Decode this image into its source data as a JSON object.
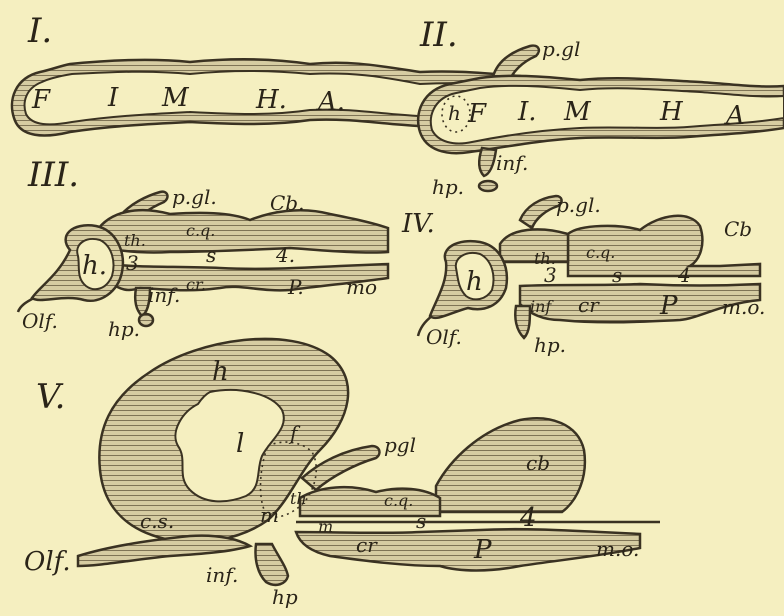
{
  "stages": [
    {
      "numeral": "I.",
      "labels": {
        "F": "F",
        "I": "I",
        "M": "M",
        "H": "H.",
        "A": "A."
      }
    },
    {
      "numeral": "II.",
      "labels": {
        "pgl": "p.gl",
        "h": "h",
        "F": "F",
        "I": "I.",
        "M": "M",
        "H": "H",
        "A": "A",
        "inf": "inf.",
        "hp": "hp."
      }
    },
    {
      "numeral": "III.",
      "labels": {
        "pgl": "p.gl.",
        "cb": "Cb.",
        "cq": "c.q.",
        "h": "h.",
        "th": "th.",
        "three": "3",
        "s": "s",
        "four": "4.",
        "cr": "cr.",
        "P": "P.",
        "mo": "mo",
        "olf": "Olf.",
        "inf": "inf.",
        "hp": "hp."
      }
    },
    {
      "numeral": "IV.",
      "labels": {
        "pgl": "p.gl.",
        "cb": "Cb",
        "cq": "c.q.",
        "h": "h",
        "th": "th.",
        "three": "3",
        "s": "s",
        "four": "4",
        "inf": "inf",
        "cr": "cr",
        "P": "P",
        "mo": "m.o.",
        "olf": "Olf.",
        "hp": "hp."
      }
    },
    {
      "numeral": "V.",
      "labels": {
        "h": "h",
        "l": "l",
        "f": "f",
        "pgl": "pgl",
        "cb": "cb",
        "cq": "c.q.",
        "th": "th",
        "m": "m",
        "m2": "m",
        "s": "s",
        "four": "4",
        "cs": "c.s.",
        "cr": "cr",
        "P": "P",
        "mo": "m.o.",
        "olf": "Olf.",
        "inf": "inf.",
        "hp": "hp"
      }
    }
  ],
  "colors": {
    "paper": "#f5efc0",
    "ink": "#2a2418",
    "wall": "#d9d0a8"
  }
}
